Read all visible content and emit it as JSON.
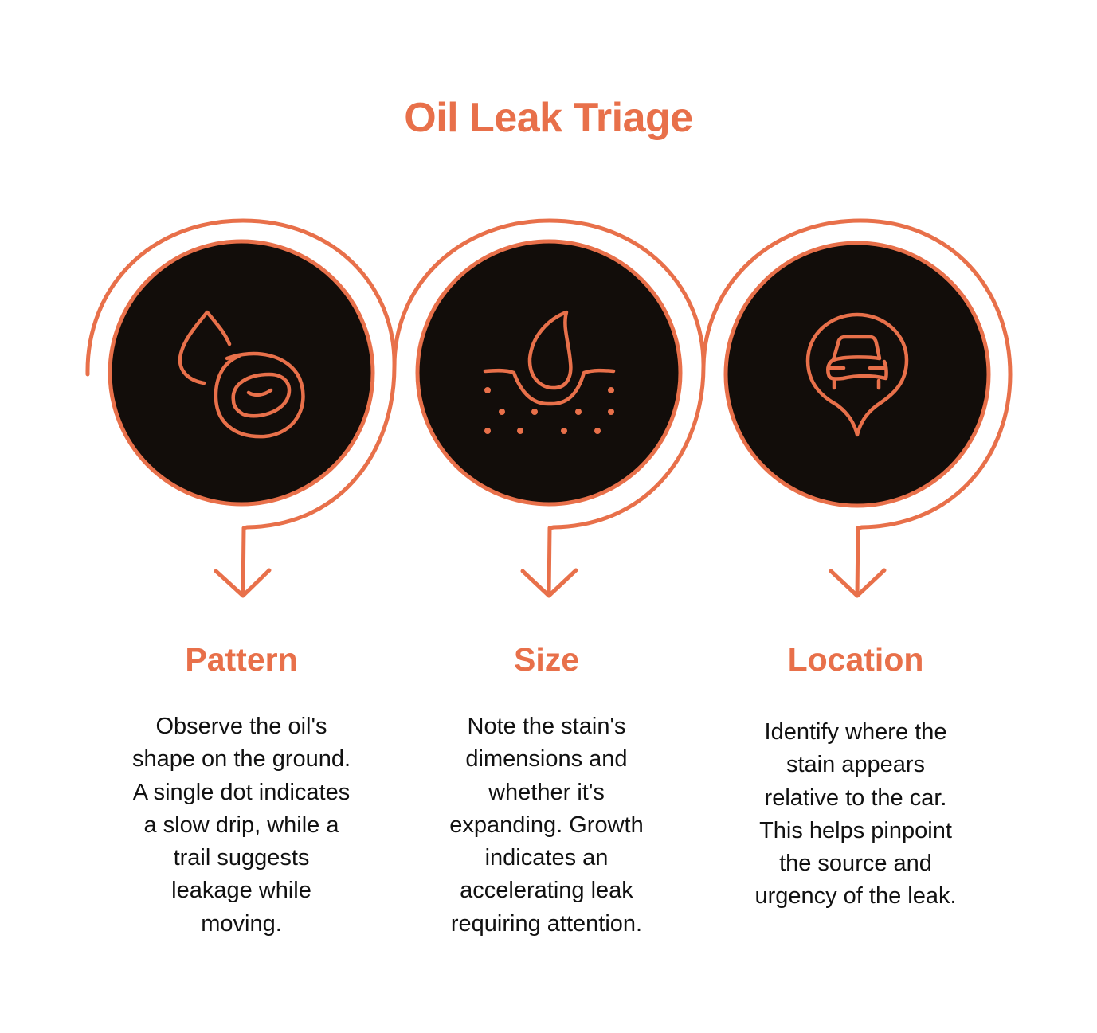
{
  "title": "Oil Leak Triage",
  "colors": {
    "accent": "#E8704A",
    "circle_fill": "#120D0A",
    "text": "#111111",
    "background": "#FFFFFF"
  },
  "steps": [
    {
      "heading": "Pattern",
      "icon": "oil-drop-stain-icon",
      "body": "Observe the oil's\nshape on the ground.\nA single dot indicates\na slow drip, while a\ntrail suggests\nleakage while\nmoving."
    },
    {
      "heading": "Size",
      "icon": "drop-absorbing-ground-icon",
      "body": "Note the stain's\ndimensions and\nwhether it's\nexpanding. Growth\nindicates an\naccelerating leak\nrequiring attention."
    },
    {
      "heading": "Location",
      "icon": "car-location-pin-icon",
      "body": "Identify where the\nstain appears\nrelative to the car.\nThis helps pinpoint\nthe source and\nurgency of the leak."
    }
  ]
}
